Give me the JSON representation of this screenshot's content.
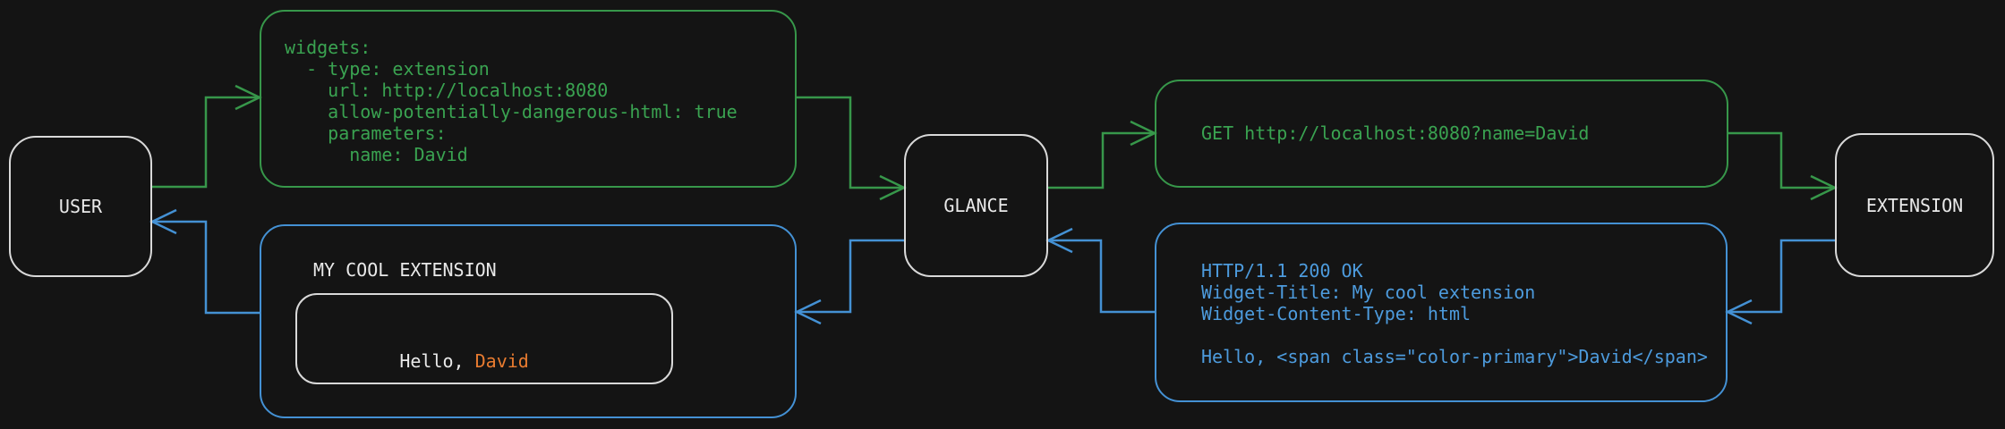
{
  "colors": {
    "bg": "#141414",
    "node_border": "#d9d9d9",
    "label_text": "#e9e9e9",
    "green_line": "#37974a",
    "green_text": "#3aa351",
    "blue_line": "#4491d4",
    "blue_text": "#4d9bdd",
    "orange": "#e87b30"
  },
  "nodes": {
    "user": {
      "label": "USER"
    },
    "glance": {
      "label": "GLANCE"
    },
    "extension": {
      "label": "EXTENSION"
    }
  },
  "config_snippet": {
    "text": "widgets:\n  - type: extension\n    url: http://localhost:8080\n    allow-potentially-dangerous-html: true\n    parameters:\n      name: David"
  },
  "http_request": {
    "text": "GET http://localhost:8080?name=David"
  },
  "http_response": {
    "text": "HTTP/1.1 200 OK\nWidget-Title: My cool extension\nWidget-Content-Type: html\n\nHello, <span class=\"color-primary\">David</span>"
  },
  "widget_preview": {
    "title": "MY COOL EXTENSION",
    "greeting_prefix": "Hello, ",
    "greeting_name": "David"
  }
}
